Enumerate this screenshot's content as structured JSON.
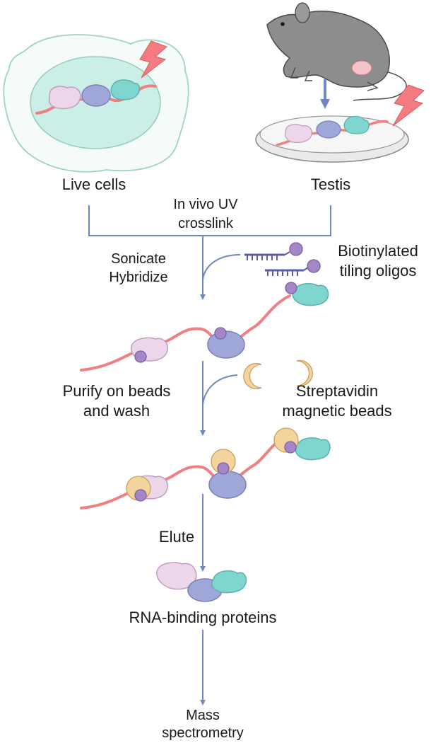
{
  "samples": {
    "live_cells": "Live cells",
    "testis": "Testis"
  },
  "crosslink": {
    "line1": "In vivo UV",
    "line2": "crosslink"
  },
  "step1": {
    "line1": "Sonicate",
    "line2": "Hybridize"
  },
  "oligos": {
    "line1": "Biotinylated",
    "line2": "tiling oligos"
  },
  "step2": {
    "line1": "Purify on beads",
    "line2": "and wash"
  },
  "beads": {
    "line1": "Streptavidin",
    "line2": "magnetic beads"
  },
  "step3": {
    "label": "Elute"
  },
  "proteins": {
    "label": "RNA-binding proteins"
  },
  "output": {
    "line1": "Mass",
    "line2": "spectrometry"
  },
  "colors": {
    "rna": "#f07f82",
    "protein_pink": "#eed6ea",
    "protein_blue": "#9fa6d8",
    "protein_teal": "#7fd6cf",
    "biotin": "#a487c7",
    "bead": "#f3d49c",
    "arrow": "#6f88c4",
    "cell": "#cbeee7",
    "mouse": "#8d8d8d"
  }
}
